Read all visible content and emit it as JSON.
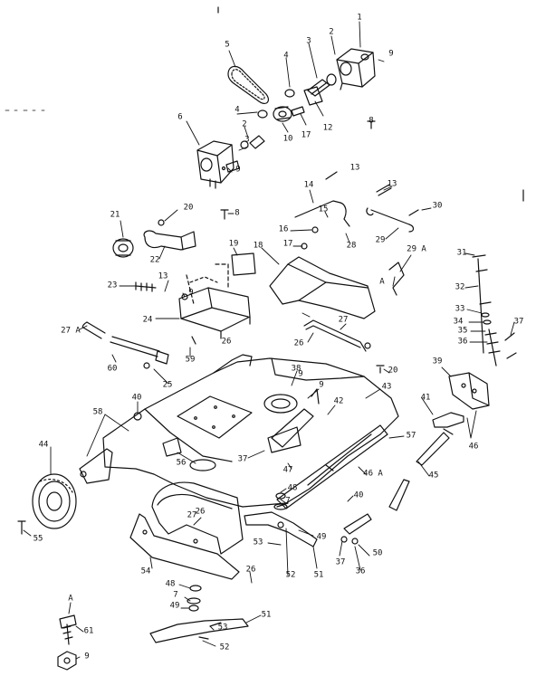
{
  "diagram": {
    "type": "exploded parts diagram",
    "ink_color": "#111111",
    "paper_color": "#ffffff",
    "callouts": [
      "1",
      "2",
      "3",
      "4",
      "5",
      "9",
      "8",
      "4",
      "12",
      "17",
      "10",
      "6",
      "2",
      "3",
      "9",
      "8",
      "13",
      "14",
      "13",
      "15",
      "30",
      "16",
      "17",
      "28",
      "29",
      "20",
      "21",
      "22",
      "19",
      "18",
      "31",
      "29 A",
      "A",
      "13",
      "23",
      "9",
      "32",
      "33",
      "34",
      "35",
      "37",
      "36",
      "24",
      "26",
      "27",
      "26",
      "27 A",
      "60",
      "59",
      "25",
      "20",
      "39",
      "38",
      "9",
      "42",
      "43",
      "41",
      "40",
      "58",
      "57",
      "44",
      "56",
      "37",
      "47",
      "46 A",
      "46",
      "9",
      "45",
      "48",
      "40",
      "7",
      "26",
      "27",
      "49",
      "50",
      "37",
      "36",
      "53",
      "51",
      "52",
      "55",
      "54",
      "48",
      "26",
      "7",
      "49",
      "51",
      "53",
      "52",
      "A",
      "61",
      "9"
    ]
  }
}
